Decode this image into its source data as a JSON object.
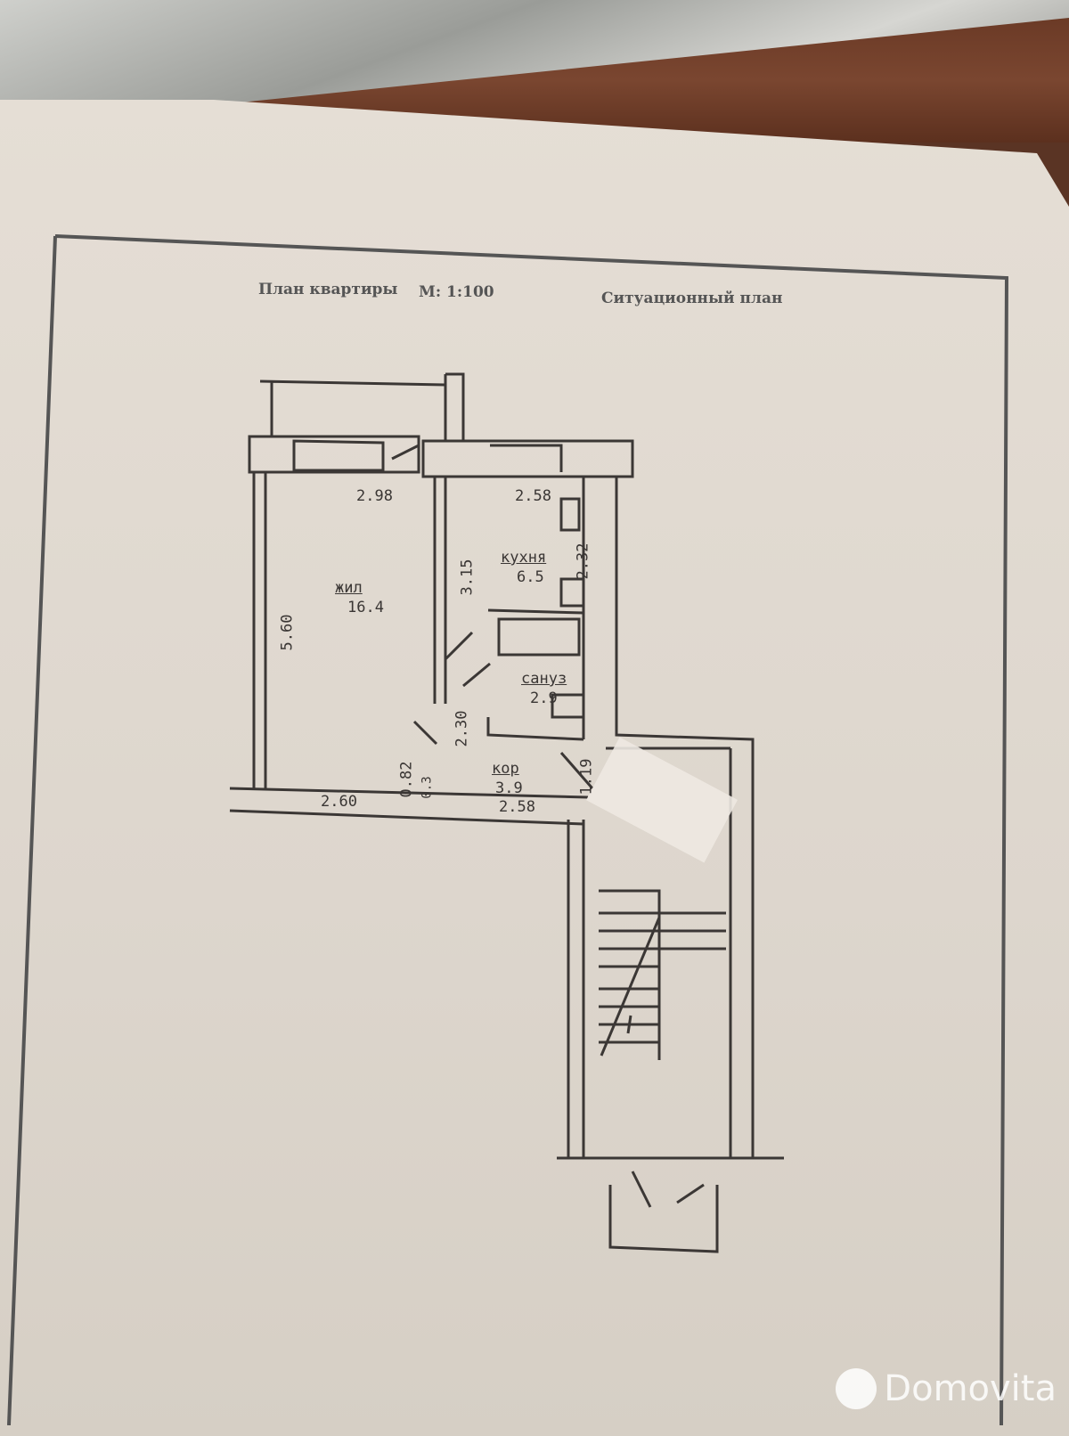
{
  "header": {
    "title": "План квартиры",
    "scale": "М: 1:100",
    "situational_plan": "Ситуационный план"
  },
  "rooms": [
    {
      "name": "жил",
      "area": "16.4"
    },
    {
      "name": "кухня",
      "area": "6.5"
    },
    {
      "name": "сануз",
      "area": "2.9"
    },
    {
      "name": "кор",
      "area": "3.9"
    }
  ],
  "dimensions": {
    "living_width_top": "2.98",
    "kitchen_width": "2.58",
    "living_length": "5.60",
    "kitchen_length": "3.15",
    "kitchen_side": "2.32",
    "corridor_length": "2.30",
    "living_width_bottom": "2.60",
    "corridor_width": "2.58",
    "corridor_side": "1.19",
    "closet_width": "0.82",
    "closet_depth": "0.3"
  },
  "watermark": "Domovita"
}
